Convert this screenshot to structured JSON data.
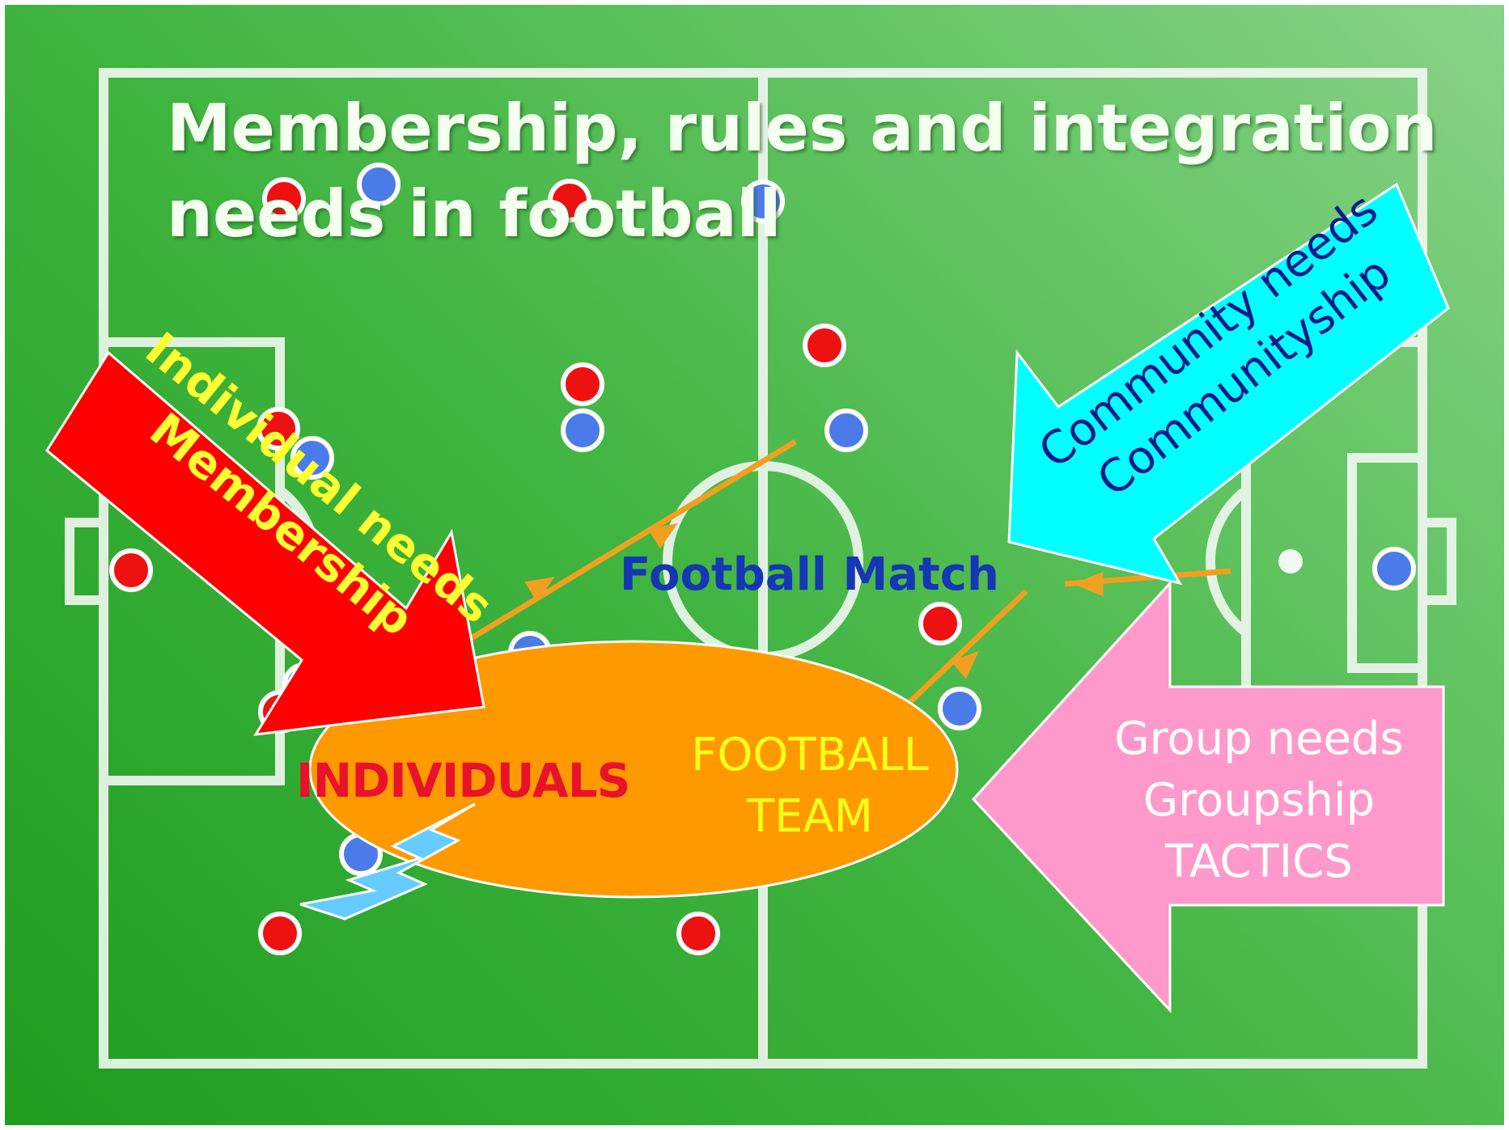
{
  "title": {
    "line1": "Membership, rules and integration",
    "line2": "needs in football"
  },
  "individual_arrow": {
    "line1": "Individual needs",
    "line2": "Membership",
    "color": "#ff0000",
    "text_color": "#ffff33"
  },
  "community_arrow": {
    "line1": "Community needs",
    "line2": "Communityship",
    "color": "#00ffff",
    "text_color": "#0a1a8c"
  },
  "group_arrow": {
    "line1": "Group needs",
    "line2": "Groupship",
    "line3": "TACTICS",
    "color": "#ff99cc",
    "text_color": "#ffffff"
  },
  "center": {
    "match_label": "Football Match",
    "individuals_label": "INDIVIDUALS",
    "team_line1": "FOOTBALL",
    "team_line2": "TEAM",
    "ellipse_color": "#ff9900"
  },
  "colors": {
    "field_green": "#3fb43f",
    "pitch_lines": "#f2f8f2",
    "red_player": "#ee1111",
    "blue_player": "#4b7be8",
    "pass_line": "#f0a020",
    "lightning": "#66ccff"
  }
}
